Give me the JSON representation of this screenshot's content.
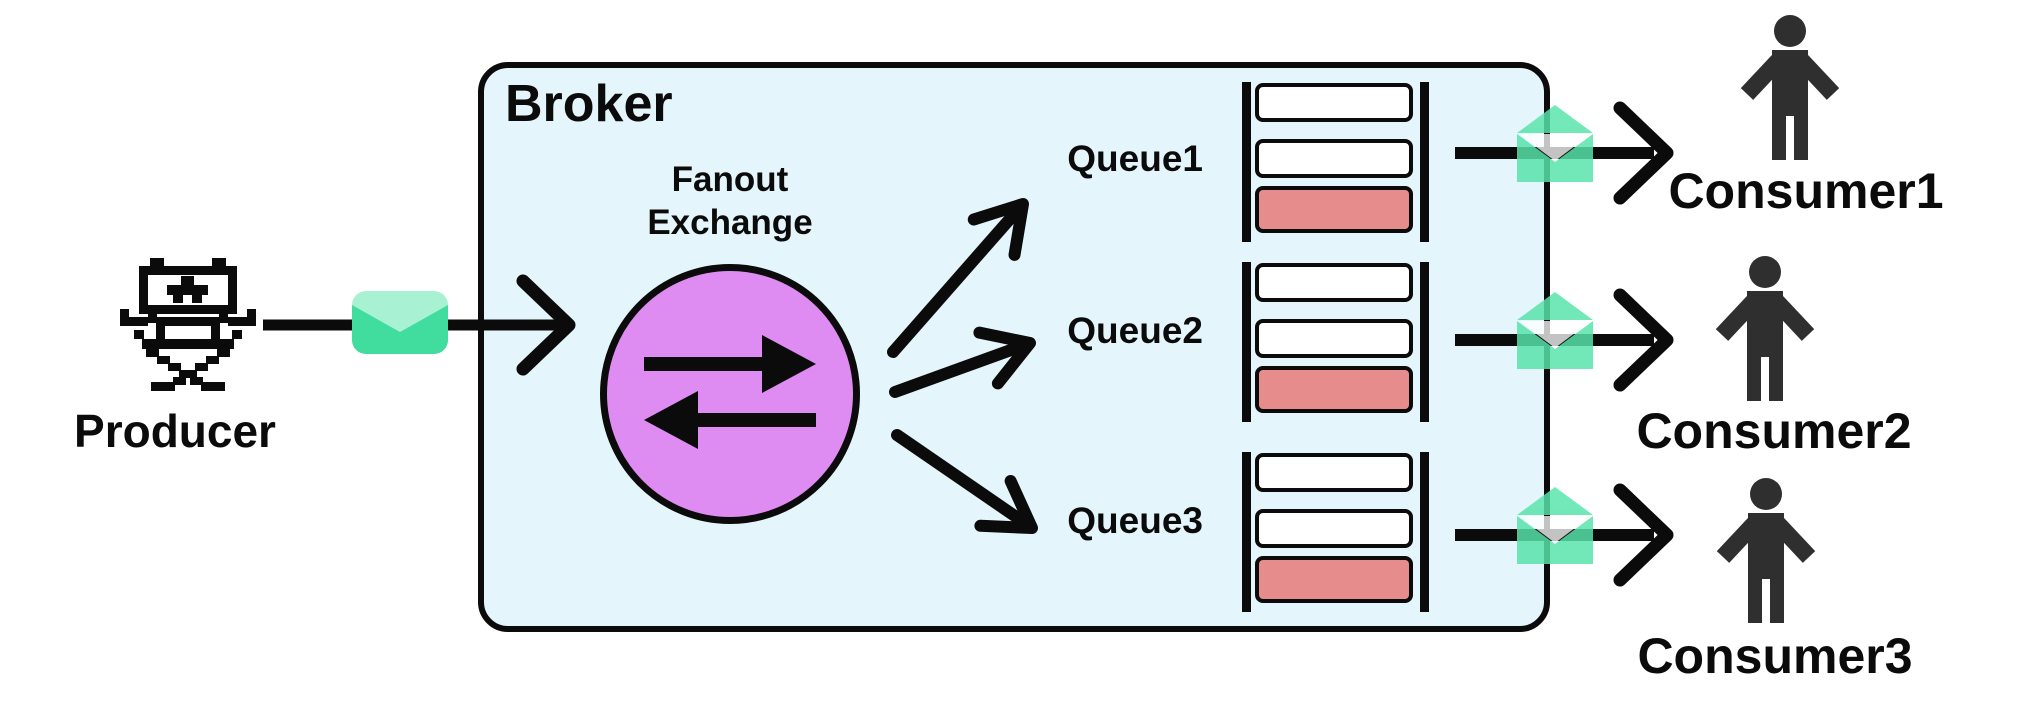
{
  "producer": {
    "label": "Producer",
    "icon": "director-chair-icon"
  },
  "broker": {
    "label": "Broker"
  },
  "exchange": {
    "type": "fanout",
    "label_line1": "Fanout",
    "label_line2": "Exchange",
    "icon": "swap-arrows-icon"
  },
  "queues": [
    {
      "label": "Queue1",
      "messages": [
        "empty",
        "empty",
        "pending"
      ]
    },
    {
      "label": "Queue2",
      "messages": [
        "empty",
        "empty",
        "pending"
      ]
    },
    {
      "label": "Queue3",
      "messages": [
        "empty",
        "empty",
        "pending"
      ]
    }
  ],
  "consumers": [
    {
      "label": "Consumer1",
      "icon": "person-icon"
    },
    {
      "label": "Consumer2",
      "icon": "person-icon"
    },
    {
      "label": "Consumer3",
      "icon": "person-icon"
    }
  ],
  "colors": {
    "ink": "#0B0B0B",
    "broker_bg": "#E4F5FC",
    "exchange_fill": "#DF8CF2",
    "message_pending": "#E68C8C",
    "message_empty": "#FFFFFF",
    "envelope_green": "#41DD9E",
    "envelope_green_light": "#A8F1D2",
    "envelope_open_green": "#58E3AA",
    "person_fill": "#2F2F2F"
  }
}
